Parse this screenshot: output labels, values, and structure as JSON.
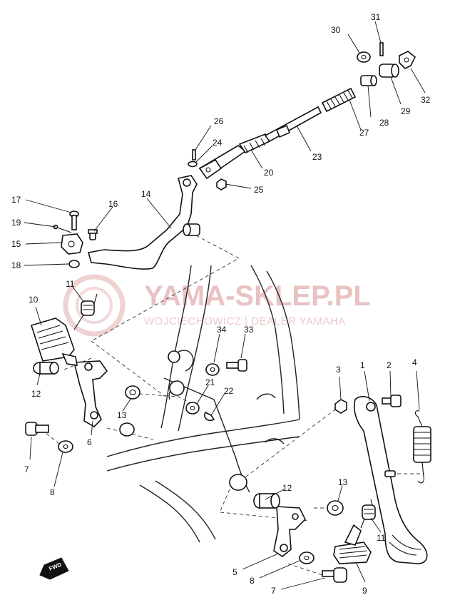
{
  "watermark": {
    "line1": "YAMA-SKLEP.PL",
    "line2": "WOJCIECHOWICZ | DEALER YAMAHA",
    "color": "#e5b9b9"
  },
  "direction_marker": "FWD",
  "callouts": [
    {
      "id": "c1",
      "label": "1"
    },
    {
      "id": "c2",
      "label": "2"
    },
    {
      "id": "c3",
      "label": "3"
    },
    {
      "id": "c4",
      "label": "4"
    },
    {
      "id": "c5",
      "label": "5"
    },
    {
      "id": "c6",
      "label": "6"
    },
    {
      "id": "c7a",
      "label": "7"
    },
    {
      "id": "c7b",
      "label": "7"
    },
    {
      "id": "c8a",
      "label": "8"
    },
    {
      "id": "c8b",
      "label": "8"
    },
    {
      "id": "c9",
      "label": "9"
    },
    {
      "id": "c10",
      "label": "10"
    },
    {
      "id": "c11a",
      "label": "11"
    },
    {
      "id": "c11b",
      "label": "11"
    },
    {
      "id": "c12a",
      "label": "12"
    },
    {
      "id": "c12b",
      "label": "12"
    },
    {
      "id": "c13a",
      "label": "13"
    },
    {
      "id": "c13b",
      "label": "13"
    },
    {
      "id": "c14",
      "label": "14"
    },
    {
      "id": "c15",
      "label": "15"
    },
    {
      "id": "c16",
      "label": "16"
    },
    {
      "id": "c17",
      "label": "17"
    },
    {
      "id": "c18",
      "label": "18"
    },
    {
      "id": "c19",
      "label": "19"
    },
    {
      "id": "c20",
      "label": "20"
    },
    {
      "id": "c21",
      "label": "21"
    },
    {
      "id": "c22",
      "label": "22"
    },
    {
      "id": "c23",
      "label": "23"
    },
    {
      "id": "c24",
      "label": "24"
    },
    {
      "id": "c25",
      "label": "25"
    },
    {
      "id": "c26",
      "label": "26"
    },
    {
      "id": "c27",
      "label": "27"
    },
    {
      "id": "c28",
      "label": "28"
    },
    {
      "id": "c29",
      "label": "29"
    },
    {
      "id": "c30",
      "label": "30"
    },
    {
      "id": "c31",
      "label": "31"
    },
    {
      "id": "c32",
      "label": "32"
    },
    {
      "id": "c33",
      "label": "33"
    },
    {
      "id": "c34",
      "label": "34"
    }
  ]
}
